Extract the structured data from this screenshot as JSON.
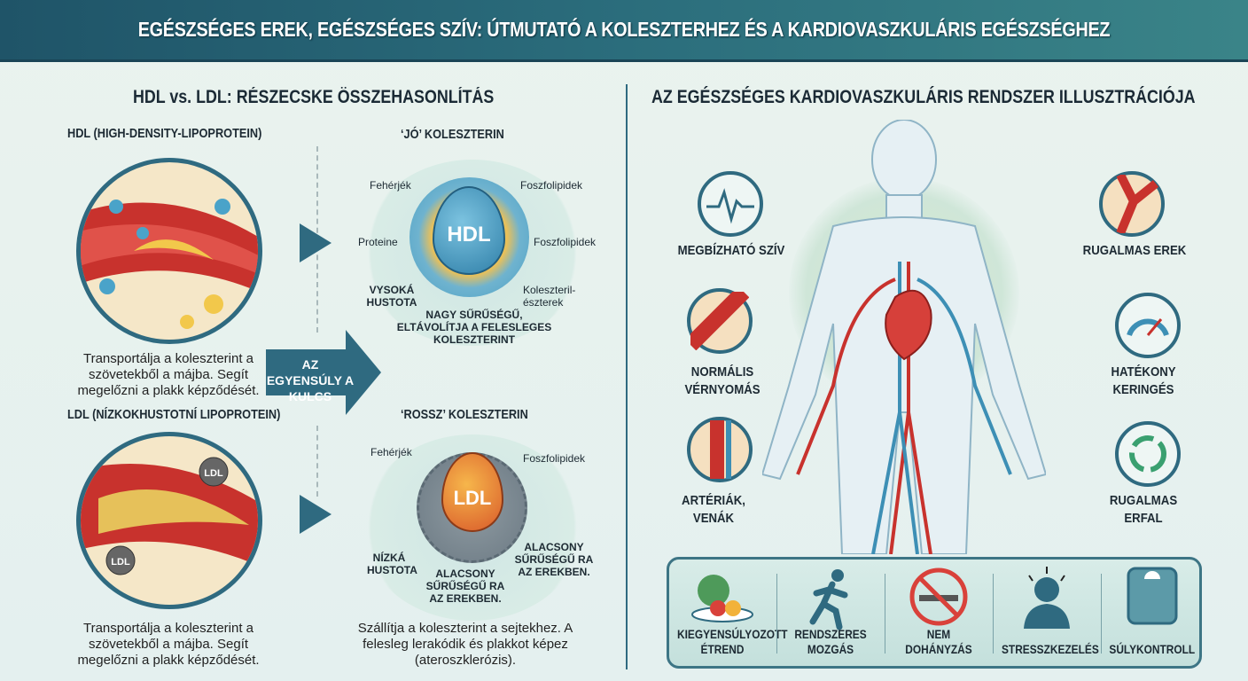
{
  "title": "EGÉSZSÉGES EREK, EGÉSZSÉGES SZÍV: ÚTMUTATÓ A KOLESZTERHEZ ÉS A KARDIOVASZKULÁRIS EGÉSZSÉGHEZ",
  "left": {
    "heading": "HDL vs. LDL: RÉSZECSKE ÖSSZEHASONLÍTÁS",
    "hdl": {
      "title": "HDL (HIGH-DENSITY-LIPOPROTEIN)",
      "desc": "Transportálja a koleszterint a szövetekből a májba. Segít megelőzni a plakk képződését.",
      "good_title": "‘JÓ’ KOLESZTERIN",
      "particle": "HDL",
      "labels": {
        "proteins": "Fehérjék",
        "phospho1": "Foszfolipidek",
        "proteine": "Proteine",
        "phospho2": "Foszfolipidek",
        "density": "VYSOKÁ HUSTOTA",
        "esters": "Koleszteril-észterek"
      },
      "caption": "NAGY SŰRŰSÉGŰ, ELTÁVOLÍTJA A FELESLEGES KOLESZTERINT"
    },
    "balance": "AZ EGYENSÚLY A KULCS",
    "ldl": {
      "title": "LDL (NÍZKOKHUSTOTNÍ LIPOPROTEIN)",
      "desc": "Transportálja a koleszterint a szövetekből a májba. Segít megelőzni a plakk képződését.",
      "bad_title": "‘ROSSZ’ KOLESZTERIN",
      "particle": "LDL",
      "badge": "LDL",
      "labels": {
        "proteins": "Fehérjék",
        "phospho": "Foszfolipidek",
        "density": "NÍZKÁ HUSTOTA",
        "low1": "ALACSONY SŰRŰSÉGŰ RA AZ EREKBEN.",
        "low2": "ALACSONY SŰRŰSÉGŰ RA AZ EREKBEN."
      },
      "caption": "Szállítja a koleszterint a sejtekhez. A felesleg lerakódik és plakkot képez (ateroszklerózis)."
    }
  },
  "right": {
    "heading": "AZ EGÉSZSÉGES KARDIOVASZKULÁRIS RENDSZER ILLUSZTRÁCIÓJA",
    "features": [
      {
        "label": "MEGBÍZHATÓ SZÍV",
        "icon": "heartbeat-icon"
      },
      {
        "label": "NORMÁLIS VÉRNYOMÁS",
        "icon": "artery-icon"
      },
      {
        "label": "ARTÉRIÁK, VENÁK",
        "icon": "vessel-icon"
      },
      {
        "label": "RUGALMAS EREK",
        "icon": "branch-vessel-icon"
      },
      {
        "label": "HATÉKONY KERINGÉS",
        "icon": "gauge-icon"
      },
      {
        "label": "RUGALMAS ERFAL",
        "icon": "cycle-icon"
      }
    ],
    "habits": [
      {
        "label": "KIEGYENSÚLYOZOTT ÉTREND",
        "icon": "salad-icon"
      },
      {
        "label": "RENDSZERES MOZGÁS",
        "icon": "runner-icon"
      },
      {
        "label": "NEM DOHÁNYZÁS",
        "icon": "no-smoking-icon"
      },
      {
        "label": "STRESSZKEZELÉS",
        "icon": "stress-icon"
      },
      {
        "label": "SÚLYKONTROLL",
        "icon": "scale-icon"
      }
    ]
  },
  "colors": {
    "header": "#2b6d7c",
    "accent": "#2f6a80",
    "hdl": "#3d8fb5",
    "ldl": "#e8902c",
    "vessel": "#c8322d"
  }
}
